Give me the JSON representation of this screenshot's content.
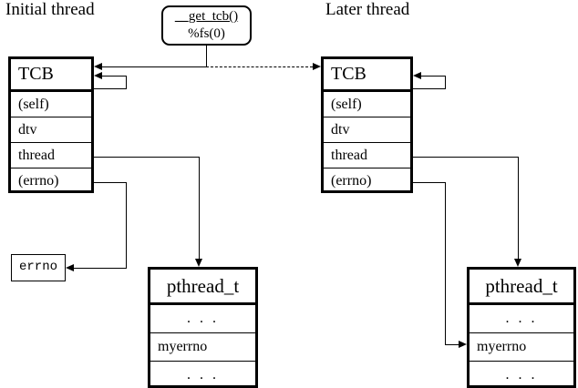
{
  "diagram": {
    "title_initial": "Initial thread",
    "title_later": "Later thread",
    "get_tcb": {
      "line1": "__get_tcb()",
      "line2": "%fs(0)"
    },
    "errno_box": {
      "label": "errno"
    },
    "tcb_initial": {
      "header": "TCB",
      "rows": [
        "(self)",
        "dtv",
        "thread",
        "(errno)"
      ]
    },
    "tcb_later": {
      "header": "TCB",
      "rows": [
        "(self)",
        "dtv",
        "thread",
        "(errno)"
      ]
    },
    "pthread_initial": {
      "header": "pthread_t",
      "rows": [
        ". . .",
        "myerrno",
        ". . ."
      ]
    },
    "pthread_later": {
      "header": "pthread_t",
      "rows": [
        ". . .",
        "myerrno",
        ". . ."
      ]
    },
    "colors": {
      "ink": "#000000",
      "paper": "#ffffff"
    }
  }
}
